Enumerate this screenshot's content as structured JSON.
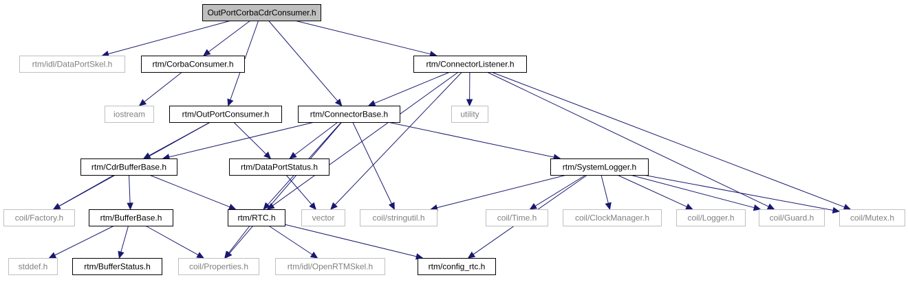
{
  "colors": {
    "edge": "#191970",
    "root_fill": "#bfbfbf",
    "documented_border": "#000000",
    "external_border": "#bfbfbf",
    "documented_text": "#000000",
    "external_text": "#808080"
  },
  "nodes": [
    {
      "id": "root",
      "label": "OutPortCorbaCdrConsumer.h",
      "kind": "root"
    },
    {
      "id": "dataportskel",
      "label": "rtm/idl/DataPortSkel.h",
      "kind": "external"
    },
    {
      "id": "corbaconsumer",
      "label": "rtm/CorbaConsumer.h",
      "kind": "documented"
    },
    {
      "id": "connectorlistener",
      "label": "rtm/ConnectorListener.h",
      "kind": "documented"
    },
    {
      "id": "iostream",
      "label": "iostream",
      "kind": "external"
    },
    {
      "id": "outportconsumer",
      "label": "rtm/OutPortConsumer.h",
      "kind": "documented"
    },
    {
      "id": "connectorbase",
      "label": "rtm/ConnectorBase.h",
      "kind": "documented"
    },
    {
      "id": "utility",
      "label": "utility",
      "kind": "external"
    },
    {
      "id": "cdrbufferbase",
      "label": "rtm/CdrBufferBase.h",
      "kind": "documented"
    },
    {
      "id": "dataportstatus",
      "label": "rtm/DataPortStatus.h",
      "kind": "documented"
    },
    {
      "id": "systemlogger",
      "label": "rtm/SystemLogger.h",
      "kind": "documented"
    },
    {
      "id": "factory",
      "label": "coil/Factory.h",
      "kind": "external"
    },
    {
      "id": "bufferbase",
      "label": "rtm/BufferBase.h",
      "kind": "documented"
    },
    {
      "id": "rtc",
      "label": "rtm/RTC.h",
      "kind": "documented"
    },
    {
      "id": "vector",
      "label": "vector",
      "kind": "external"
    },
    {
      "id": "stringutil",
      "label": "coil/stringutil.h",
      "kind": "external"
    },
    {
      "id": "time",
      "label": "coil/Time.h",
      "kind": "external"
    },
    {
      "id": "clockmanager",
      "label": "coil/ClockManager.h",
      "kind": "external"
    },
    {
      "id": "logger",
      "label": "coil/Logger.h",
      "kind": "external"
    },
    {
      "id": "guard",
      "label": "coil/Guard.h",
      "kind": "external"
    },
    {
      "id": "mutex",
      "label": "coil/Mutex.h",
      "kind": "external"
    },
    {
      "id": "stddef",
      "label": "stddef.h",
      "kind": "external"
    },
    {
      "id": "bufferstatus",
      "label": "rtm/BufferStatus.h",
      "kind": "documented"
    },
    {
      "id": "properties",
      "label": "coil/Properties.h",
      "kind": "external"
    },
    {
      "id": "openrtmskel",
      "label": "rtm/idl/OpenRTMSkel.h",
      "kind": "external"
    },
    {
      "id": "config_rtc",
      "label": "rtm/config_rtc.h",
      "kind": "documented"
    }
  ],
  "edges": [
    [
      "root",
      "dataportskel"
    ],
    [
      "root",
      "corbaconsumer"
    ],
    [
      "root",
      "outportconsumer"
    ],
    [
      "root",
      "connectorbase"
    ],
    [
      "root",
      "connectorlistener"
    ],
    [
      "corbaconsumer",
      "iostream"
    ],
    [
      "outportconsumer",
      "factory"
    ],
    [
      "outportconsumer",
      "cdrbufferbase"
    ],
    [
      "outportconsumer",
      "dataportstatus"
    ],
    [
      "connectorbase",
      "cdrbufferbase"
    ],
    [
      "connectorbase",
      "dataportstatus"
    ],
    [
      "connectorbase",
      "properties"
    ],
    [
      "connectorbase",
      "rtc"
    ],
    [
      "connectorbase",
      "stringutil"
    ],
    [
      "connectorbase",
      "systemlogger"
    ],
    [
      "connectorlistener",
      "connectorbase"
    ],
    [
      "connectorlistener",
      "rtc"
    ],
    [
      "connectorlistener",
      "utility"
    ],
    [
      "connectorlistener",
      "vector"
    ],
    [
      "connectorlistener",
      "guard"
    ],
    [
      "connectorlistener",
      "mutex"
    ],
    [
      "cdrbufferbase",
      "factory"
    ],
    [
      "cdrbufferbase",
      "bufferbase"
    ],
    [
      "cdrbufferbase",
      "rtc"
    ],
    [
      "dataportstatus",
      "vector"
    ],
    [
      "systemlogger",
      "stringutil"
    ],
    [
      "systemlogger",
      "time"
    ],
    [
      "systemlogger",
      "clockmanager"
    ],
    [
      "systemlogger",
      "logger"
    ],
    [
      "systemlogger",
      "guard"
    ],
    [
      "systemlogger",
      "mutex"
    ],
    [
      "systemlogger",
      "config_rtc"
    ],
    [
      "bufferbase",
      "stddef"
    ],
    [
      "bufferbase",
      "bufferstatus"
    ],
    [
      "bufferbase",
      "properties"
    ],
    [
      "rtc",
      "properties"
    ],
    [
      "rtc",
      "openrtmskel"
    ],
    [
      "rtc",
      "config_rtc"
    ]
  ]
}
